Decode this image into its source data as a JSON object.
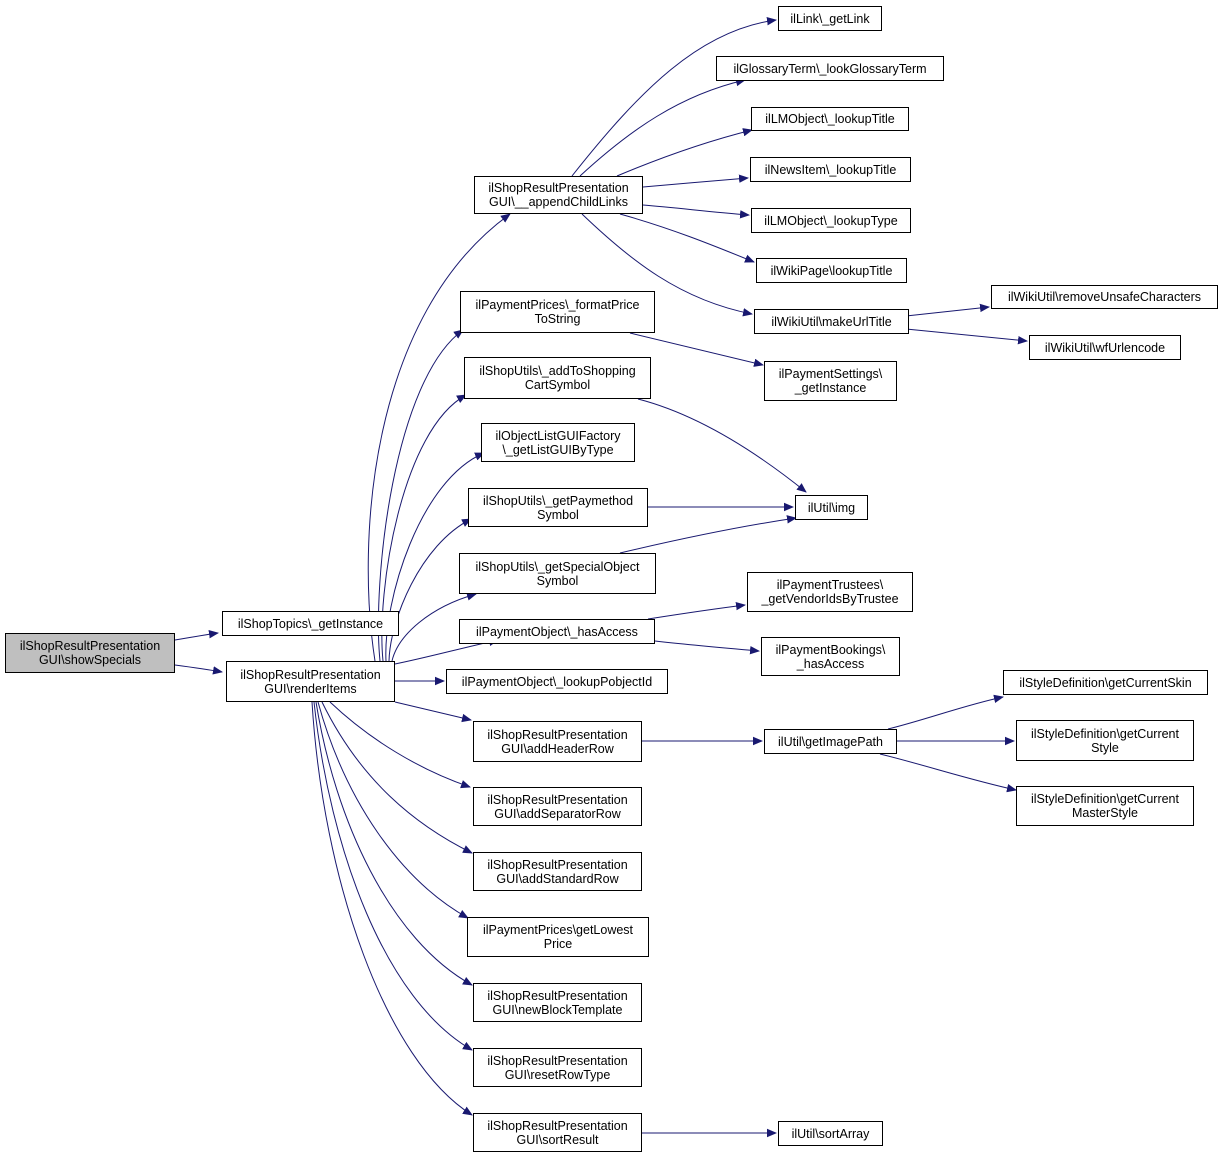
{
  "diagram": {
    "edge_color": "#191970",
    "root_fill": "#bfbfbf",
    "nodes": {
      "showSpecials": [
        "ilShopResultPresentation",
        "GUI\\showSpecials"
      ],
      "topicsGetInstance": [
        "ilShopTopics\\_getInstance"
      ],
      "renderItems": [
        "ilShopResultPresentation",
        "GUI\\renderItems"
      ],
      "appendChildLinks": [
        "ilShopResultPresentation",
        "GUI\\__appendChildLinks"
      ],
      "formatPrice": [
        "ilPaymentPrices\\_formatPrice",
        "ToString"
      ],
      "addToCart": [
        "ilShopUtils\\_addToShopping",
        "CartSymbol"
      ],
      "objListGUI": [
        "ilObjectListGUIFactory",
        "\\_getListGUIByType"
      ],
      "paymethodSymbol": [
        "ilShopUtils\\_getPaymethod",
        "Symbol"
      ],
      "specialObjSymbol": [
        "ilShopUtils\\_getSpecialObject",
        "Symbol"
      ],
      "hasAccess": [
        "ilPaymentObject\\_hasAccess"
      ],
      "lookupPobjectId": [
        "ilPaymentObject\\_lookupPobjectId"
      ],
      "addHeaderRow": [
        "ilShopResultPresentation",
        "GUI\\addHeaderRow"
      ],
      "addSeparatorRow": [
        "ilShopResultPresentation",
        "GUI\\addSeparatorRow"
      ],
      "addStandardRow": [
        "ilShopResultPresentation",
        "GUI\\addStandardRow"
      ],
      "getLowestPrice": [
        "ilPaymentPrices\\getLowest",
        "Price"
      ],
      "newBlockTemplate": [
        "ilShopResultPresentation",
        "GUI\\newBlockTemplate"
      ],
      "resetRowType": [
        "ilShopResultPresentation",
        "GUI\\resetRowType"
      ],
      "sortResult": [
        "ilShopResultPresentation",
        "GUI\\sortResult"
      ],
      "getLink": [
        "ilLink\\_getLink"
      ],
      "glossaryTerm": [
        "ilGlossaryTerm\\_lookGlossaryTerm"
      ],
      "lmLookupTitle": [
        "ilLMObject\\_lookupTitle"
      ],
      "newsLookupTitle": [
        "ilNewsItem\\_lookupTitle"
      ],
      "lmLookupType": [
        "ilLMObject\\_lookupType"
      ],
      "wikiPageTitle": [
        "ilWikiPage\\lookupTitle"
      ],
      "makeUrlTitle": [
        "ilWikiUtil\\makeUrlTitle"
      ],
      "paymentSettings": [
        "ilPaymentSettings\\",
        "_getInstance"
      ],
      "utilImg": [
        "ilUtil\\img"
      ],
      "vendorIds": [
        "ilPaymentTrustees\\",
        "_getVendorIdsByTrustee"
      ],
      "bookingsHasAccess": [
        "ilPaymentBookings\\",
        "_hasAccess"
      ],
      "getImagePath": [
        "ilUtil\\getImagePath"
      ],
      "sortArray": [
        "ilUtil\\sortArray"
      ],
      "removeUnsafe": [
        "ilWikiUtil\\removeUnsafeCharacters"
      ],
      "wfUrlencode": [
        "ilWikiUtil\\wfUrlencode"
      ],
      "currentSkin": [
        "ilStyleDefinition\\getCurrentSkin"
      ],
      "currentStyle": [
        "ilStyleDefinition\\getCurrent",
        "Style"
      ],
      "currentMasterStyle": [
        "ilStyleDefinition\\getCurrent",
        "MasterStyle"
      ]
    },
    "edges": [
      [
        "showSpecials",
        "topicsGetInstance"
      ],
      [
        "showSpecials",
        "renderItems"
      ],
      [
        "renderItems",
        "appendChildLinks"
      ],
      [
        "renderItems",
        "formatPrice"
      ],
      [
        "renderItems",
        "addToCart"
      ],
      [
        "renderItems",
        "objListGUI"
      ],
      [
        "renderItems",
        "paymethodSymbol"
      ],
      [
        "renderItems",
        "specialObjSymbol"
      ],
      [
        "renderItems",
        "hasAccess"
      ],
      [
        "renderItems",
        "lookupPobjectId"
      ],
      [
        "renderItems",
        "addHeaderRow"
      ],
      [
        "renderItems",
        "addSeparatorRow"
      ],
      [
        "renderItems",
        "addStandardRow"
      ],
      [
        "renderItems",
        "getLowestPrice"
      ],
      [
        "renderItems",
        "newBlockTemplate"
      ],
      [
        "renderItems",
        "resetRowType"
      ],
      [
        "renderItems",
        "sortResult"
      ],
      [
        "appendChildLinks",
        "getLink"
      ],
      [
        "appendChildLinks",
        "glossaryTerm"
      ],
      [
        "appendChildLinks",
        "lmLookupTitle"
      ],
      [
        "appendChildLinks",
        "newsLookupTitle"
      ],
      [
        "appendChildLinks",
        "lmLookupType"
      ],
      [
        "appendChildLinks",
        "wikiPageTitle"
      ],
      [
        "appendChildLinks",
        "makeUrlTitle"
      ],
      [
        "formatPrice",
        "paymentSettings"
      ],
      [
        "addToCart",
        "utilImg"
      ],
      [
        "paymethodSymbol",
        "utilImg"
      ],
      [
        "specialObjSymbol",
        "utilImg"
      ],
      [
        "hasAccess",
        "vendorIds"
      ],
      [
        "hasAccess",
        "bookingsHasAccess"
      ],
      [
        "addHeaderRow",
        "getImagePath"
      ],
      [
        "sortResult",
        "sortArray"
      ],
      [
        "makeUrlTitle",
        "removeUnsafe"
      ],
      [
        "makeUrlTitle",
        "wfUrlencode"
      ],
      [
        "getImagePath",
        "currentSkin"
      ],
      [
        "getImagePath",
        "currentStyle"
      ],
      [
        "getImagePath",
        "currentMasterStyle"
      ]
    ]
  }
}
